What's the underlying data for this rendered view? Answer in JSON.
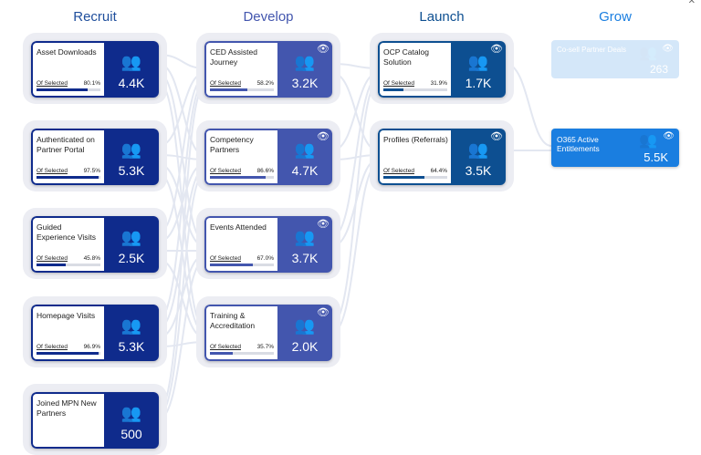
{
  "columns": {
    "recruit": "Recruit",
    "develop": "Develop",
    "launch": "Launch",
    "grow": "Grow"
  },
  "selected_label": "Of Selected",
  "colors": {
    "recruit": "#0f2b8c",
    "develop": "#4356ae",
    "launch": "#0d4f91",
    "grow": "#1a7ee0",
    "title": "#1f4e9c"
  },
  "recruit": [
    {
      "name": "Asset Downloads",
      "pct": "80.1%",
      "pct_value": 80.1,
      "count": "4.4K"
    },
    {
      "name": "Authenticated on Partner Portal",
      "pct": "97.5%",
      "pct_value": 97.5,
      "count": "5.3K"
    },
    {
      "name": "Guided Experience Visits",
      "pct": "45.8%",
      "pct_value": 45.8,
      "count": "2.5K"
    },
    {
      "name": "Homepage Visits",
      "pct": "96.9%",
      "pct_value": 96.9,
      "count": "5.3K"
    },
    {
      "name": "Joined MPN New Partners",
      "pct": "",
      "pct_value": 0,
      "count": "500"
    }
  ],
  "develop": [
    {
      "name": "CED Assisted Journey",
      "pct": "58.2%",
      "pct_value": 58.2,
      "count": "3.2K"
    },
    {
      "name": "Competency Partners",
      "pct": "86.6%",
      "pct_value": 86.6,
      "count": "4.7K"
    },
    {
      "name": "Events Attended",
      "pct": "67.0%",
      "pct_value": 67.0,
      "count": "3.7K"
    },
    {
      "name": "Training & Accreditation",
      "pct": "35.7%",
      "pct_value": 35.7,
      "count": "2.0K"
    }
  ],
  "launch": [
    {
      "name": "OCP Catalog Solution",
      "pct": "31.9%",
      "pct_value": 31.9,
      "count": "1.7K"
    },
    {
      "name": "Profiles (Referrals)",
      "pct": "64.4%",
      "pct_value": 64.4,
      "count": "3.5K"
    }
  ],
  "grow": [
    {
      "name": "Co-sell Partner Deals",
      "count": "263"
    },
    {
      "name": "O365 Active Entitlements",
      "count": "5.5K"
    }
  ],
  "icons": {
    "people": "people-icon",
    "eye": "eye-icon"
  }
}
